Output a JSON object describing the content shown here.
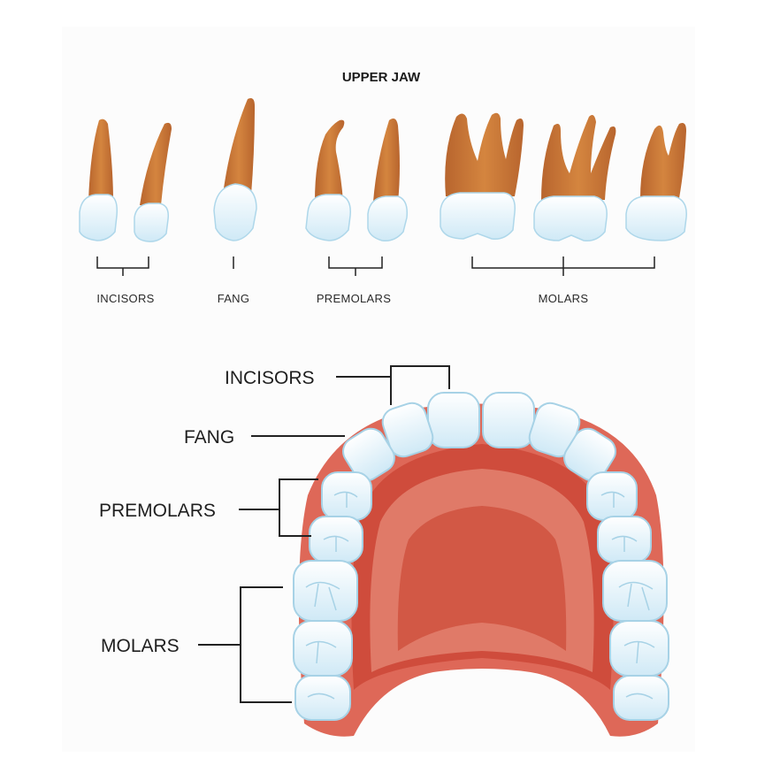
{
  "title": "UPPER JAW",
  "upper_labels": {
    "incisors": "INCISORS",
    "fang": "FANG",
    "premolars": "PREMOLARS",
    "molars": "MOLARS"
  },
  "arch_labels": {
    "incisors": "INCISORS",
    "fang": "FANG",
    "premolars": "PREMOLARS",
    "molars": "MOLARS"
  },
  "colors": {
    "root": "#c9773a",
    "root_shade": "#a85e29",
    "crown": "#dff1fa",
    "crown_edge": "#a9d5ea",
    "gum": "#e0685a",
    "gum_dark": "#c9473a",
    "palate": "#d65a48",
    "line": "#222222"
  }
}
